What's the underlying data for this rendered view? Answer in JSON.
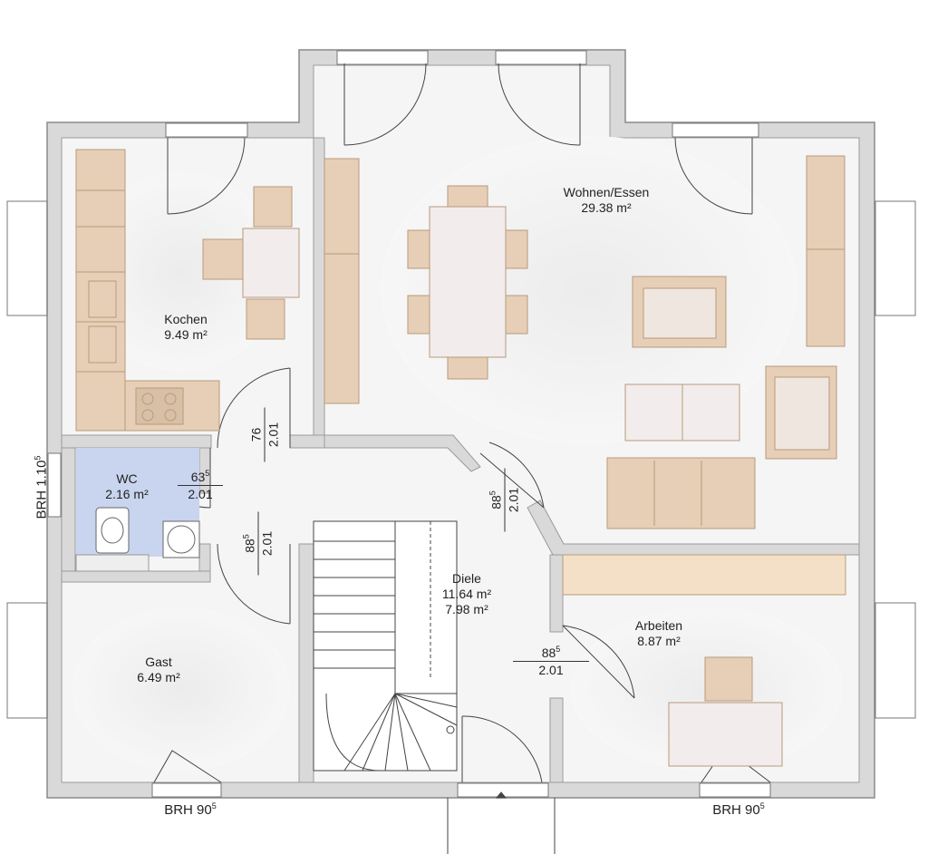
{
  "rooms": {
    "wohnen": {
      "name": "Wohnen/Essen",
      "area": "29.38 m²"
    },
    "kochen": {
      "name": "Kochen",
      "area": "9.49 m²"
    },
    "wc": {
      "name": "WC",
      "area": "2.16 m²"
    },
    "diele": {
      "name": "Diele",
      "area": "11.64 m²",
      "area2": "7.98 m²"
    },
    "arbeiten": {
      "name": "Arbeiten",
      "area": "8.87 m²"
    },
    "gast": {
      "name": "Gast",
      "area": "6.49 m²"
    }
  },
  "dimensions": {
    "kochen_door": {
      "width": "76",
      "height": "2.01"
    },
    "wc_door": {
      "width": "63",
      "width_sup": "5",
      "height": "2.01"
    },
    "gast_door": {
      "width": "88",
      "width_sup": "5",
      "height": "2.01"
    },
    "diele_door": {
      "width": "88",
      "width_sup": "5",
      "height": "2.01"
    },
    "arbeiten_door": {
      "width": "88",
      "width_sup": "5",
      "height": "2.01"
    }
  },
  "brh": {
    "left": {
      "text": "BRH 1.10",
      "sup": "5"
    },
    "gast": {
      "text": "BRH 90",
      "sup": "5"
    },
    "arbeit": {
      "text": "BRH 90",
      "sup": "5"
    }
  },
  "colors": {
    "wall": "#d9d9d9",
    "wall_edge": "#9a9a9a",
    "floor": "#f6f6f6",
    "wc_floor": "#c9d4ee",
    "wood": "#e6cfb6",
    "wood_edge": "#b89a7c",
    "table": "#f2ecec"
  }
}
